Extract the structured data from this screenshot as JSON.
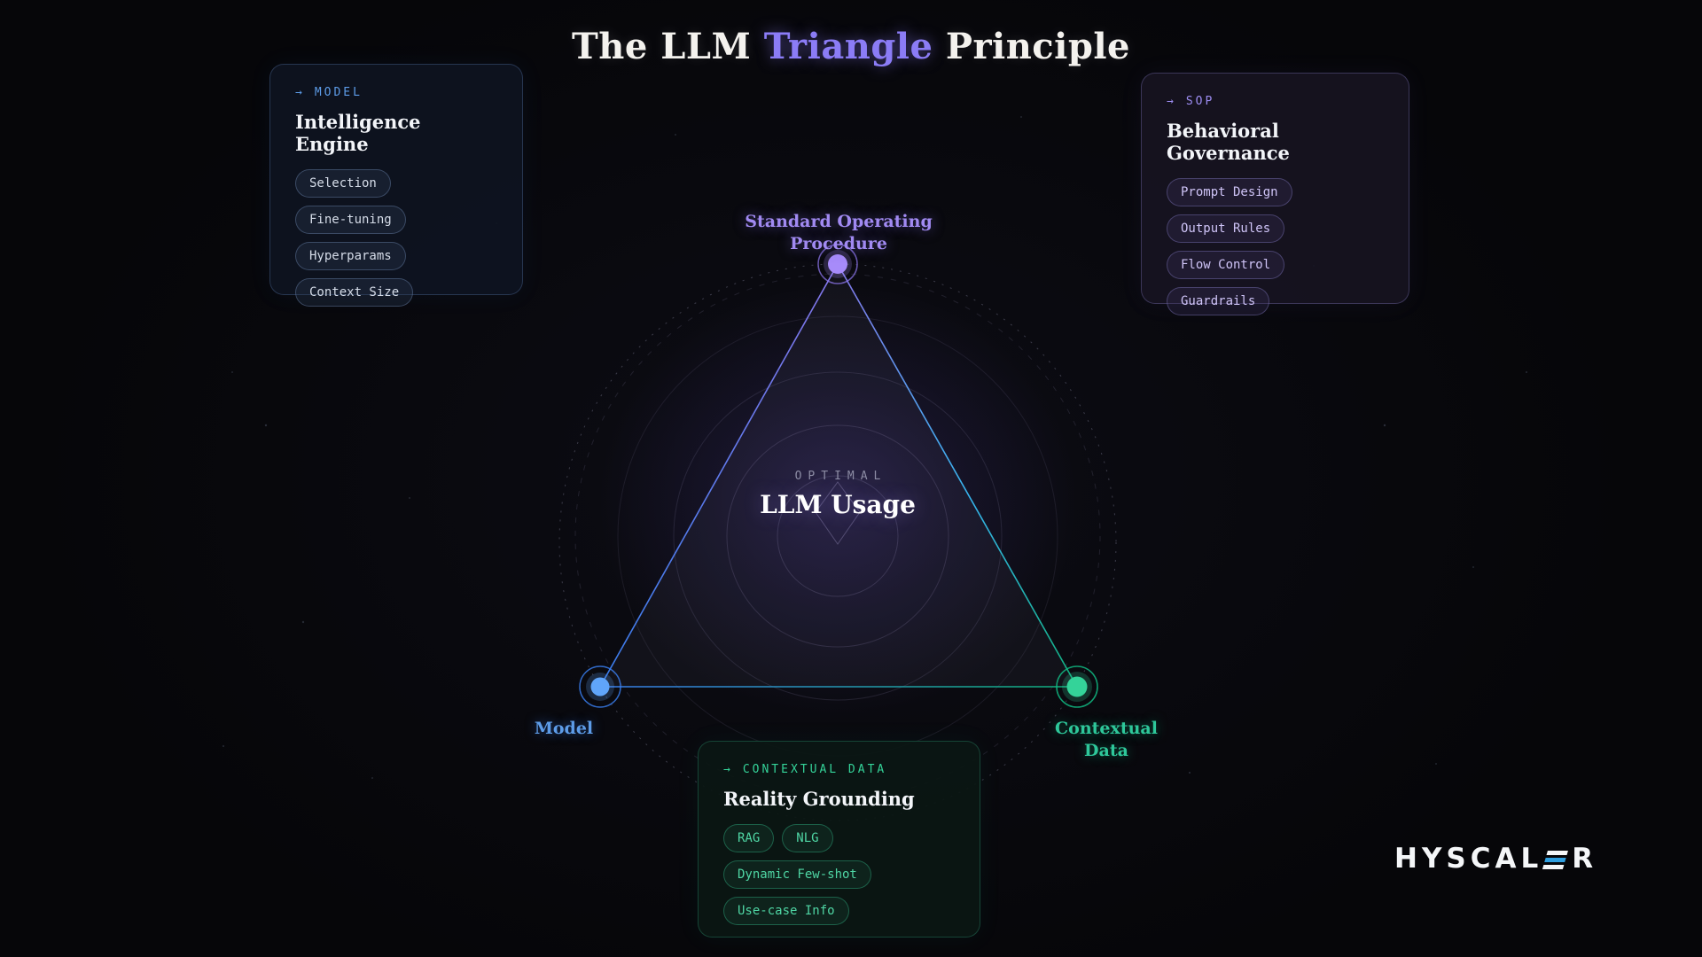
{
  "title": {
    "prefix": "The LLM ",
    "accent": "Triangle",
    "suffix": " Principle"
  },
  "cards": {
    "model": {
      "arrow": "→",
      "tag": "MODEL",
      "title": "Intelligence Engine",
      "pills": [
        "Selection",
        "Fine-tuning",
        "Hyperparams",
        "Context Size"
      ],
      "accent_color": "#5d9ce8"
    },
    "sop": {
      "arrow": "→",
      "tag": "SOP",
      "title": "Behavioral Governance",
      "pills": [
        "Prompt Design",
        "Output Rules",
        "Flow Control",
        "Guardrails"
      ],
      "accent_color": "#9d8df2"
    },
    "data": {
      "arrow": "→",
      "tag": "CONTEXTUAL DATA",
      "title": "Reality Grounding",
      "pills": [
        "RAG",
        "NLG",
        "Dynamic Few-shot",
        "Use-case Info"
      ],
      "accent_color": "#34d399"
    }
  },
  "triangle": {
    "center_eyebrow": "OPTIMAL",
    "center_title": "LLM Usage",
    "vertex_top": {
      "line1": "Standard Operating",
      "line2": "Procedure",
      "color": "#a18af2"
    },
    "vertex_left": {
      "line1": "Model",
      "color": "#5d9ce8"
    },
    "vertex_right": {
      "line1": "Contextual",
      "line2": "Data",
      "color": "#2ec79a"
    }
  },
  "logo": {
    "full_name": "HYSCALER",
    "text_start": "HYSCAL",
    "text_end": "R",
    "accent_color": "#2f9fe0"
  },
  "colors": {
    "title_accent": "#8b7cf6",
    "model_accent": "#60a5fa",
    "sop_accent": "#a78bfa",
    "data_accent": "#34d399",
    "background": "#08080c"
  }
}
